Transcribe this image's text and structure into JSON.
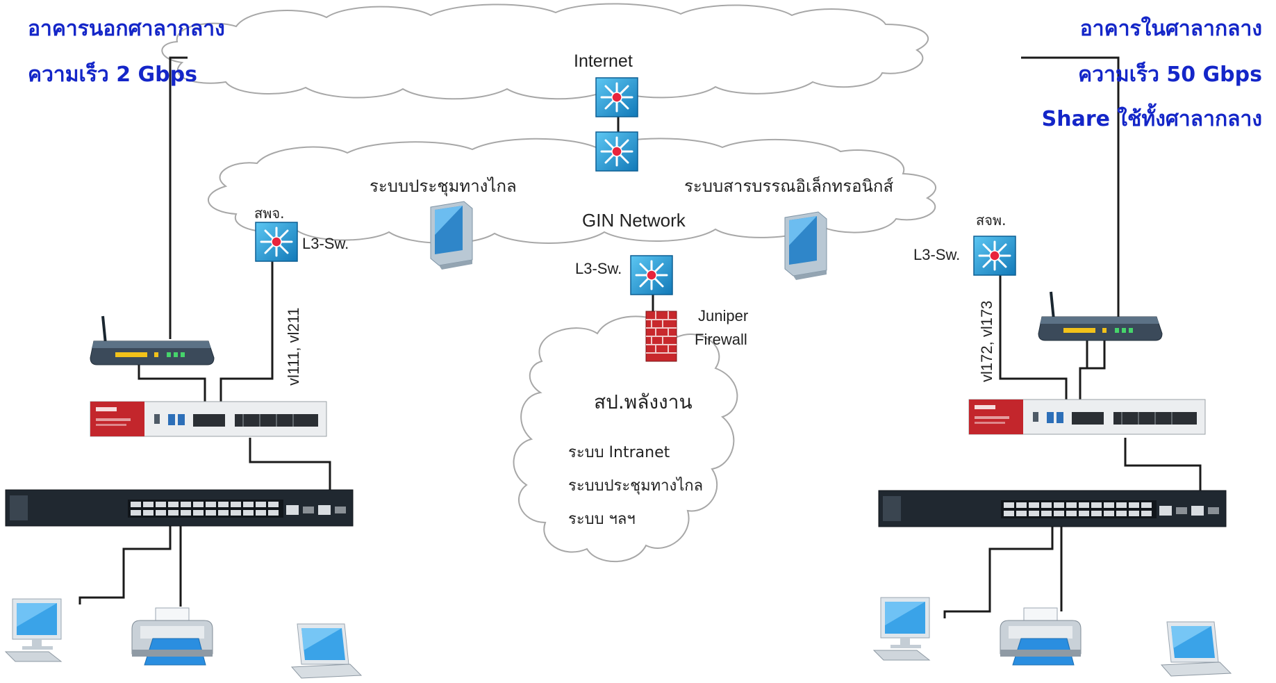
{
  "headers": {
    "left_line1": "อาคารนอกศาลากลาง",
    "left_line2": "ความเร็ว 2 Gbps",
    "right_line1": "อาคารในศาลากลาง",
    "right_line2": "ความเร็ว 50 Gbps",
    "right_line3": "Share ใช้ทั้งศาลากลาง"
  },
  "internet": {
    "label": "Internet"
  },
  "gin": {
    "label": "GIN Network",
    "teleconf_label": "ระบบประชุมทางไกล",
    "esaraban_label": "ระบบสารบรรณอิเล็กทรอนิกส์",
    "left_office": "สพจ.",
    "right_office": "สจพ.",
    "l3_left": "L3-Sw.",
    "l3_center": "L3-Sw.",
    "l3_right": "L3-Sw."
  },
  "vlans": {
    "left": "vl111, vl211",
    "right": "vl172, vl173"
  },
  "firewall": {
    "line1": "Juniper",
    "line2": "Firewall"
  },
  "energy": {
    "title": "สป.พลังงาน",
    "item1": "ระบบ Intranet",
    "item2": "ระบบประชุมทางไกล",
    "item3": "ระบบ ฯลฯ"
  },
  "colors": {
    "header_text": "#1426c8",
    "switch_blue": "#1f9fdc",
    "firewall_red": "#c8282c",
    "zyxel_red": "#c3262c"
  },
  "icons": [
    "switch-icon",
    "firewall-icon",
    "server-icon",
    "router-icon",
    "zyxel-firewall-icon",
    "network-switch-icon",
    "desktop-pc-icon",
    "printer-icon",
    "laptop-icon"
  ]
}
